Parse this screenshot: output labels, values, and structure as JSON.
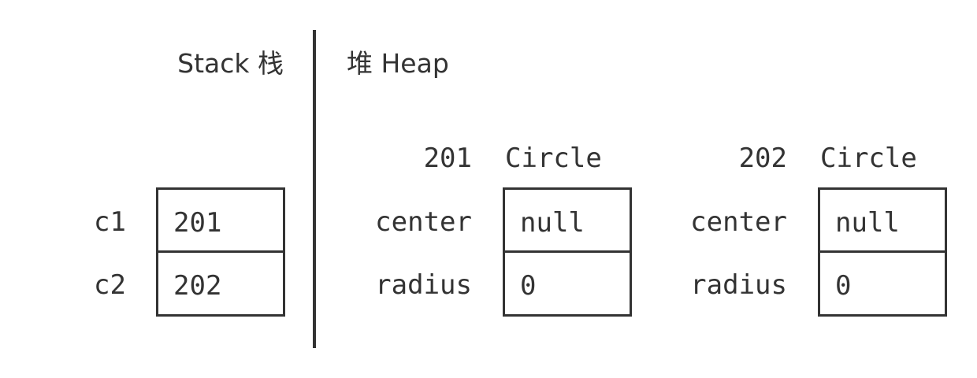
{
  "stack": {
    "title": "Stack 栈",
    "rows": [
      {
        "name": "c1",
        "value": "201"
      },
      {
        "name": "c2",
        "value": "202"
      }
    ]
  },
  "heap": {
    "title": "堆 Heap",
    "objects": [
      {
        "address": "201",
        "class_name": "Circle",
        "fields": [
          {
            "name": "center",
            "value": "null"
          },
          {
            "name": "radius",
            "value": "0"
          }
        ]
      },
      {
        "address": "202",
        "class_name": "Circle",
        "fields": [
          {
            "name": "center",
            "value": "null"
          },
          {
            "name": "radius",
            "value": "0"
          }
        ]
      }
    ]
  },
  "colors": {
    "ink": "#333333",
    "background": "#ffffff"
  }
}
